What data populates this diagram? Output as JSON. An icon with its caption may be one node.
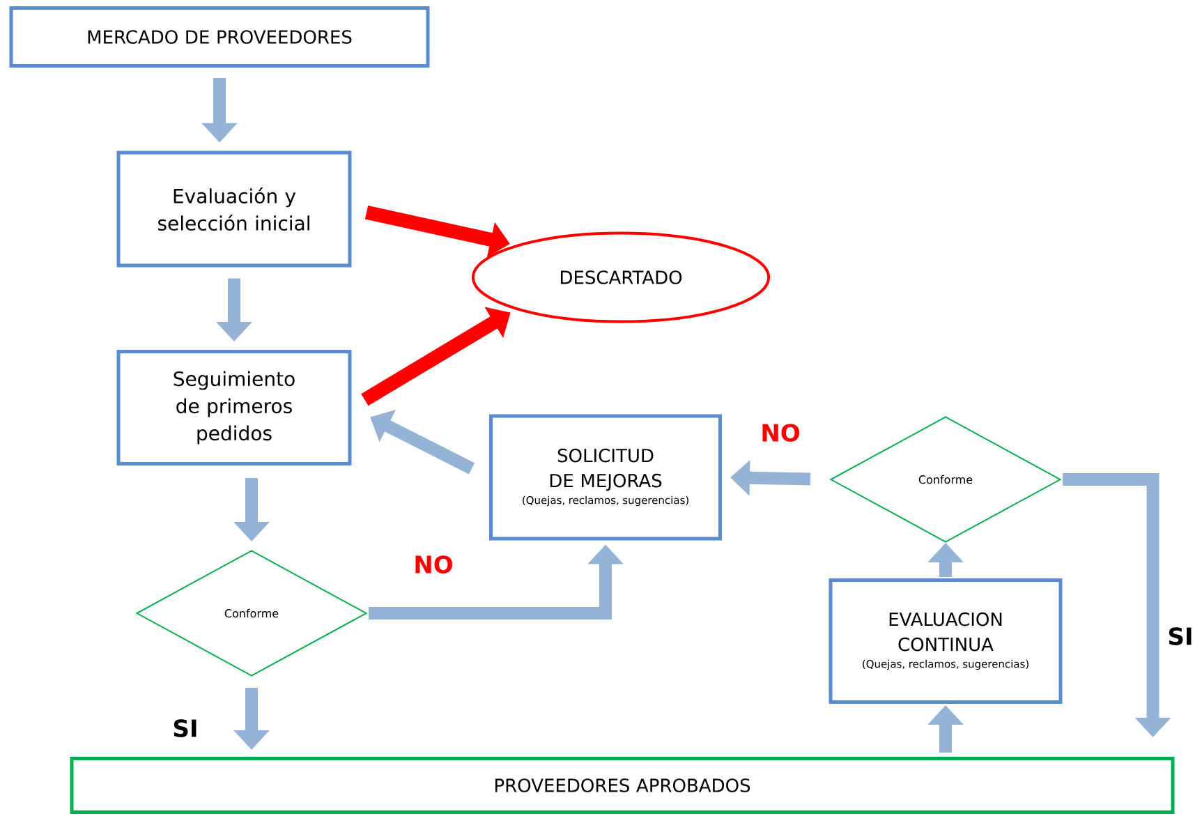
{
  "diagram": {
    "nodes": [
      {
        "text": [
          "MERCADO DE PROVEEDORES"
        ]
      },
      {
        "text": [
          "Evaluación y selección inicial"
        ]
      },
      {
        "text": [
          "DESCARTADO"
        ]
      },
      {
        "text": [
          "Seguimiento de primeros pedidos"
        ]
      },
      {
        "text": [
          "SOLICITUD DE MEJORAS",
          "(Quejas, reclamos, sugerencias)"
        ]
      },
      {
        "text": [
          "Conforme"
        ]
      },
      {
        "text": [
          "Conforme"
        ]
      },
      {
        "text": [
          "EVALUACION CONTINUA",
          "(Quejas, reclamos, sugerencias)"
        ]
      },
      {
        "text": [
          "PROVEEDORES APROBADOS"
        ]
      }
    ],
    "edges": [
      {
        "from": 0,
        "to": 1,
        "arrow": "to"
      },
      {
        "from": 1,
        "to": 2,
        "arrow": "to",
        "color": "#ff0000"
      },
      {
        "from": 1,
        "to": 3,
        "arrow": "to"
      },
      {
        "from": 3,
        "to": 2,
        "arrow": "to",
        "color": "#ff0000"
      },
      {
        "from": 4,
        "to": 3,
        "arrow": "to"
      },
      {
        "from": 3,
        "to": 5,
        "arrow": "to"
      },
      {
        "from": 5,
        "to": 4,
        "arrow": "to",
        "label": "NO"
      },
      {
        "from": 6,
        "to": 4,
        "arrow": "to",
        "label": "NO"
      },
      {
        "from": 5,
        "to": 8,
        "arrow": "to",
        "label": "SI"
      },
      {
        "from": 8,
        "to": 7,
        "arrow": "to"
      },
      {
        "from": 7,
        "to": 6,
        "arrow": "to"
      },
      {
        "from": 6,
        "to": 8,
        "arrow": "to",
        "label": "SI"
      }
    ]
  }
}
